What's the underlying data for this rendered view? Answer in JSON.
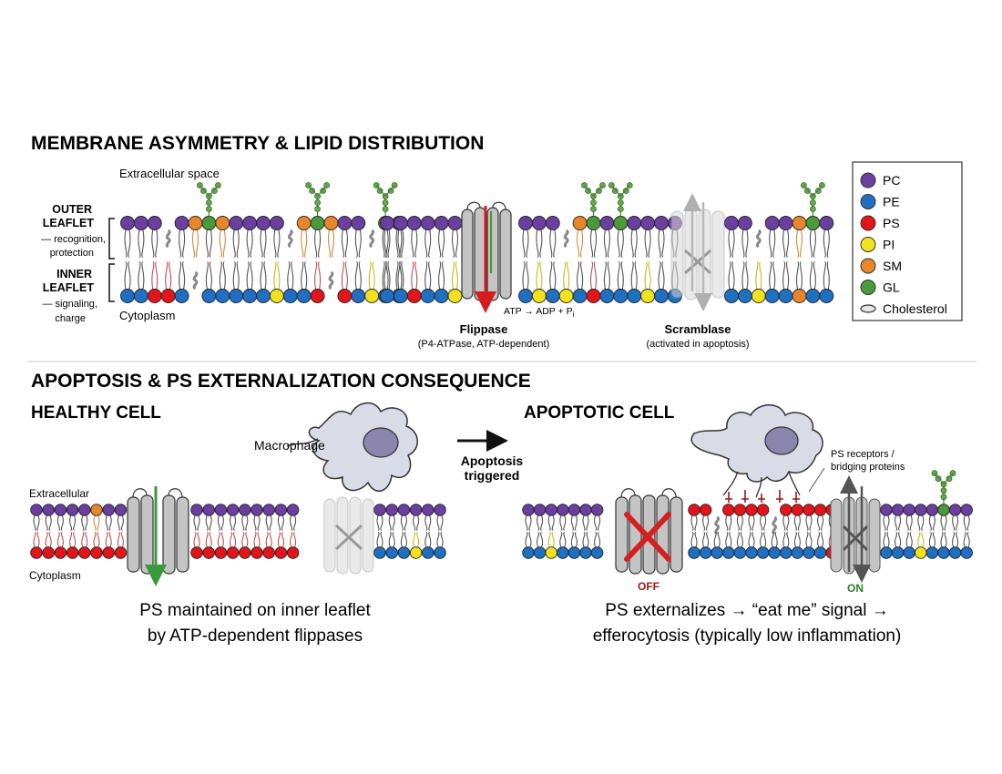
{
  "top": {
    "title": "MEMBRANE ASYMMETRY & LIPID DISTRIBUTION",
    "extracellular_label": "Extracellular space",
    "cytoplasm_label": "Cytoplasm",
    "outer_leaflet": {
      "name_line1": "OUTER",
      "name_line2": "LEAFLET",
      "role_line1": "— recognition,",
      "role_line2": "protection"
    },
    "inner_leaflet": {
      "name_line1": "INNER",
      "name_line2": "LEAFLET",
      "role_line1": "— signaling,",
      "role_line2": "charge"
    },
    "flippase": {
      "name": "Flippase",
      "detail": "(P4-ATPase, ATP-dependent)",
      "reaction": "ATP → ADP + P",
      "reaction_sub": "i"
    },
    "scramblase": {
      "name": "Scramblase",
      "detail": "(activated in apoptosis)"
    }
  },
  "legend": [
    {
      "label": "PC",
      "color": "#6b3fa0"
    },
    {
      "label": "PE",
      "color": "#1f6fc2"
    },
    {
      "label": "PS",
      "color": "#e3151a"
    },
    {
      "label": "PI",
      "color": "#f2e21d"
    },
    {
      "label": "SM",
      "color": "#e8862a"
    },
    {
      "label": "GL",
      "color": "#4a9a3c"
    },
    {
      "label": "Cholesterol",
      "color": "#cfcfcf"
    }
  ],
  "bottom": {
    "title": "APOPTOSIS & PS EXTERNALIZATION CONSEQUENCE",
    "healthy": {
      "heading": "HEALTHY CELL",
      "extracellular_label": "Extracellular",
      "cytoplasm_label": "Cytoplasm",
      "macrophage_label": "Macrophage",
      "caption_line1": "PS maintained on inner leaflet",
      "caption_line2": "by ATP-dependent flippases"
    },
    "transition": {
      "line1": "Apoptosis",
      "line2": "triggered"
    },
    "apoptotic": {
      "heading": "APOPTOTIC CELL",
      "receptor_line1": "PS receptors /",
      "receptor_line2": "bridging proteins",
      "off_label": "OFF",
      "on_label": "ON",
      "caption_line1": "PS externalizes → “eat me” signal →",
      "caption_line2": "efferocytosis (typically low inflammation)"
    }
  }
}
